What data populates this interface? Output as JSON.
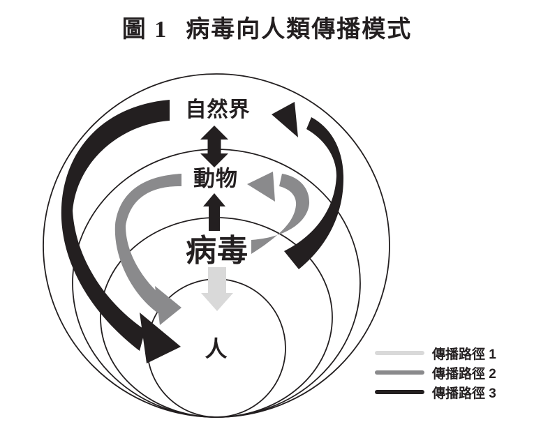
{
  "figure": {
    "number": "圖 1",
    "title": "病毒向人類傳播模式",
    "ink": "#231f20",
    "background": "#ffffff",
    "nodes": {
      "nature": "自然界",
      "animal": "動物",
      "virus": "病毒",
      "human": "人"
    },
    "paths": {
      "path1": {
        "label": "傳播路徑 1",
        "color": "#d9d9d9"
      },
      "path2": {
        "label": "傳播路徑 2",
        "color": "#8a8a8c"
      },
      "path3": {
        "label": "傳播路徑 3",
        "color": "#231f20"
      }
    },
    "edges": [
      {
        "path": "傳播路徑 1",
        "from": "病毒",
        "to": "人",
        "style": "straight-down-arrow"
      },
      {
        "path": "傳播路徑 2",
        "from": "病毒",
        "to": "動物",
        "style": "curved-right-arrow"
      },
      {
        "path": "傳播路徑 2",
        "from": "動物",
        "to": "人",
        "style": "curved-left-arrow"
      },
      {
        "path": "傳播路徑 3",
        "from": "病毒",
        "to": "動物",
        "style": "straight-up-arrow"
      },
      {
        "path": "傳播路徑 3",
        "from": "自然界",
        "to": "動物",
        "style": "straight-double-arrow"
      },
      {
        "path": "傳播路徑 3",
        "from": "病毒",
        "to": "自然界",
        "style": "curved-right-arrow"
      },
      {
        "path": "傳播路徑 3",
        "from": "自然界",
        "to": "人",
        "style": "curved-left-arrow"
      }
    ]
  }
}
